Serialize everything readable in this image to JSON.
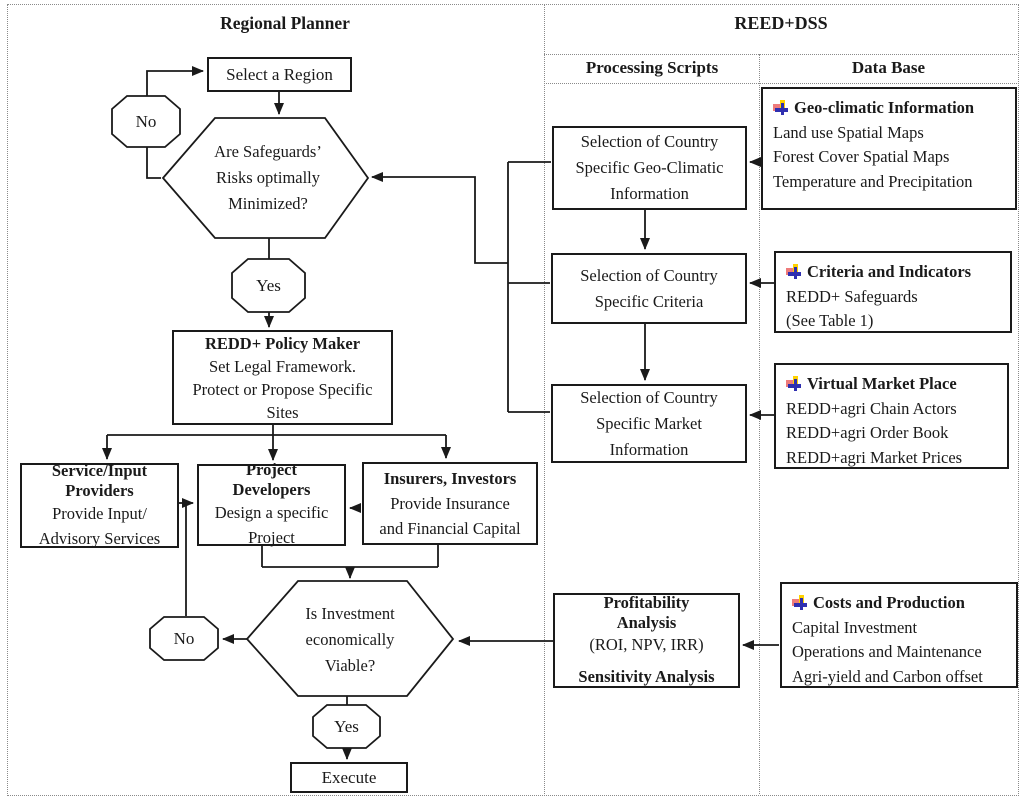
{
  "left_panel": {
    "title": "Regional Planner",
    "select_region": "Select a Region",
    "no_top": "No",
    "yes_top": "Yes",
    "safeguards_hexagon": [
      "Are Safeguards’",
      "Risks optimally",
      "Minimized?"
    ],
    "policy_maker": {
      "title": "REDD+ Policy Maker",
      "lines": [
        "Set Legal Framework.",
        "Protect or Propose Specific",
        "Sites"
      ]
    },
    "service_providers": {
      "title_lines": [
        "Service/Input",
        "Providers"
      ],
      "lines": [
        "Provide Input/",
        "Advisory Services"
      ]
    },
    "project_developers": {
      "title_lines": [
        "Project",
        "Developers"
      ],
      "lines": [
        "Design a specific",
        "Project"
      ]
    },
    "insurers": {
      "title": "Insurers, Investors",
      "lines": [
        "Provide Insurance",
        "and Financial Capital"
      ]
    },
    "investment_hexagon": [
      "Is Investment",
      "economically",
      "Viable?"
    ],
    "no_bottom": "No",
    "yes_bottom": "Yes",
    "execute": "Execute"
  },
  "right_panel": {
    "title": "REED+DSS",
    "processing_header": "Processing Scripts",
    "database_header": "Data Base",
    "processing_boxes": [
      {
        "lines": [
          "Selection of Country",
          "Specific Geo-Climatic",
          "Information"
        ]
      },
      {
        "lines": [
          "Selection of Country",
          "Specific Criteria"
        ]
      },
      {
        "lines": [
          "Selection of Country",
          "Specific Market",
          "Information"
        ]
      }
    ],
    "profitability_box": {
      "title_lines": [
        "Profitability",
        "Analysis"
      ],
      "metrics": "(ROI, NPV, IRR)",
      "subtitle": "Sensitivity Analysis"
    },
    "db_boxes": [
      {
        "title": "Geo-climatic Information",
        "items": [
          "Land use Spatial Maps",
          "Forest Cover Spatial Maps",
          "Temperature and Precipitation"
        ]
      },
      {
        "title": "Criteria and Indicators",
        "items": [
          "REDD+ Safeguards",
          "(See Table 1)"
        ]
      },
      {
        "title": "Virtual Market Place",
        "items": [
          "REDD+agri Chain Actors",
          "REDD+agri Order Book",
          "REDD+agri Market Prices"
        ]
      },
      {
        "title": "Costs and Production",
        "items": [
          "Capital Investment",
          "Operations and Maintenance",
          "Agri-yield and Carbon offset"
        ]
      }
    ]
  },
  "colors": {
    "icon_yellow": "#FFD200",
    "icon_red": "#EE7B7B",
    "icon_blue": "#2F2FB0",
    "line": "#1a1a1a"
  }
}
